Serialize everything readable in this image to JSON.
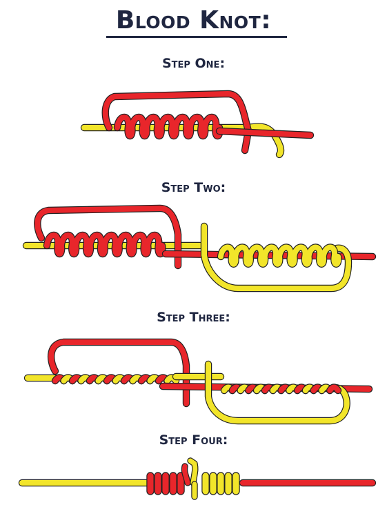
{
  "title": "Blood Knot:",
  "steps": [
    {
      "label": "Step One:"
    },
    {
      "label": "Step Two:"
    },
    {
      "label": "Step Three:"
    },
    {
      "label": "Step Four:"
    }
  ],
  "colors": {
    "line_red": "#e8262b",
    "line_yellow": "#f2e52a",
    "outline": "#222222",
    "heading": "#1f2640"
  }
}
